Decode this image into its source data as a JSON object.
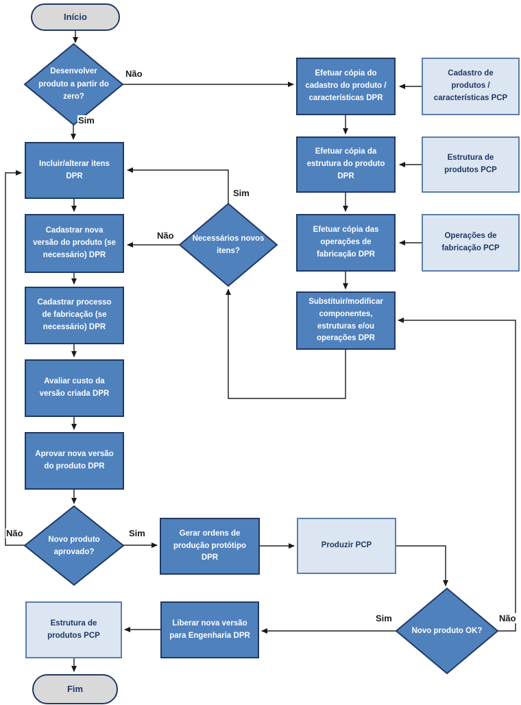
{
  "diagram": {
    "type": "flowchart",
    "language": "pt-BR",
    "nodes": {
      "inicio": {
        "shape": "terminator",
        "label": "Início"
      },
      "dev_zero": {
        "shape": "decision",
        "label": "Desenvolver produto a partir do zero?"
      },
      "incluir_itens": {
        "shape": "process",
        "label": "Incluir/alterar itens DPR"
      },
      "cad_versao": {
        "shape": "process",
        "label": "Cadastrar nova versão do produto (se necessário) DPR"
      },
      "cad_processo": {
        "shape": "process",
        "label": "Cadastrar processo de fabricação (se necessário) DPR"
      },
      "avaliar_custo": {
        "shape": "process",
        "label": "Avaliar custo da versão criada DPR"
      },
      "aprovar_versao": {
        "shape": "process",
        "label": "Aprovar nova versão do produto DPR"
      },
      "novo_aprovado": {
        "shape": "decision",
        "label": "Novo produto aprovado?"
      },
      "gerar_ordens": {
        "shape": "process",
        "label": "Gerar ordens de produção protótipo DPR"
      },
      "produzir": {
        "shape": "reference",
        "label": "Produzir PCP"
      },
      "novo_ok": {
        "shape": "decision",
        "label": "Novo produto OK?"
      },
      "liberar": {
        "shape": "process",
        "label": "Liberar nova versão para Engenharia DPR"
      },
      "estrutura_b": {
        "shape": "reference",
        "label": "Estrutura de produtos PCP"
      },
      "fim": {
        "shape": "terminator",
        "label": "Fim"
      },
      "copia_cadastro": {
        "shape": "process",
        "label": "Efetuar cópia do cadastro do produto / características DPR"
      },
      "cadastro_pcp": {
        "shape": "reference",
        "label": "Cadastro de produtos / características PCP"
      },
      "copia_estrutura": {
        "shape": "process",
        "label": "Efetuar cópia da estrutura do produto DPR"
      },
      "estrutura_pcp": {
        "shape": "reference",
        "label": "Estrutura de produtos PCP"
      },
      "copia_operacoes": {
        "shape": "process",
        "label": "Efetuar cópia das operações de fabricação DPR"
      },
      "operacoes_pcp": {
        "shape": "reference",
        "label": "Operações de fabricação PCP"
      },
      "substituir": {
        "shape": "process",
        "label": "Substituir/modificar componentes, estruturas e/ou operações DPR"
      },
      "novos_itens": {
        "shape": "decision",
        "label": "Necessários novos itens?"
      }
    },
    "edge_labels": {
      "sim": "Sim",
      "nao": "Não"
    },
    "colors": {
      "process_fill": "#4F81BD",
      "process_border": "#1F3864",
      "reference_fill": "#DCE6F2",
      "reference_border": "#5B7CA6",
      "terminator_fill": "#D9D9D9",
      "terminator_border": "#1F3864",
      "connector": "#404040",
      "text_on_blue": "#FFFFFF",
      "text_dark": "#1F3864"
    }
  }
}
